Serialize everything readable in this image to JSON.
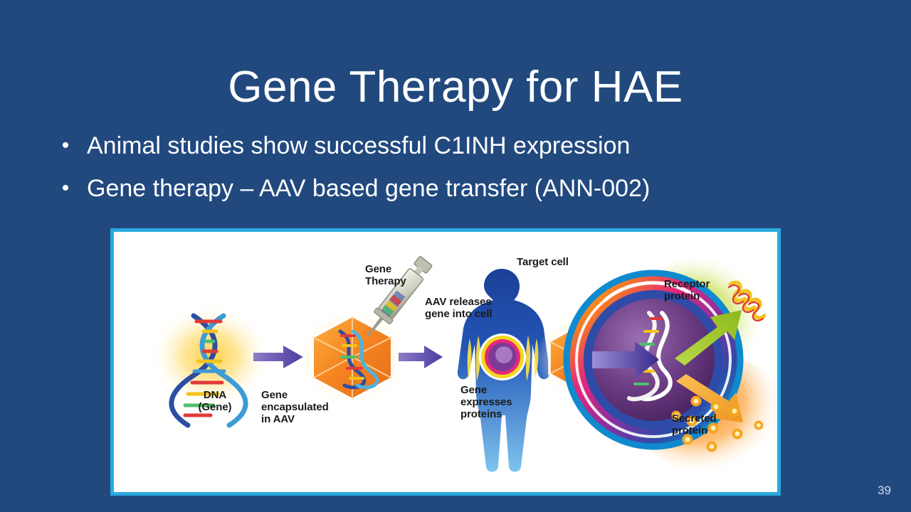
{
  "slide": {
    "background_color": "#21497E",
    "title": "Gene Therapy for HAE",
    "page_number": "39",
    "bullets": [
      {
        "marker": "•",
        "text": "Animal studies show successful C1INH expression"
      },
      {
        "marker": "•",
        "text": "Gene therapy – AAV based gene transfer (ANN-002)"
      }
    ]
  },
  "figure": {
    "border_color": "#28A9DF",
    "background_color": "#FFFFFF",
    "title": "AAV gene therapy mechanism diagram",
    "labels": {
      "dna_gene": "DNA\n(Gene)",
      "gene_encapsulated": "Gene\nencapsulated\nin AAV",
      "gene_therapy": "Gene\nTherapy",
      "aav_releases": "AAV releases\ngene into cell",
      "target_cell": "Target cell",
      "receptor_protein": "Receptor\nprotein",
      "gene_expresses": "Gene\nexpresses\nproteins",
      "secreted_protein": "Secreted\nprotein"
    },
    "colors": {
      "dna_glow": "#FFD24A",
      "capsid": "#F58220",
      "arrow_purple": "#6B4FA8",
      "arrow_deep_purple": "#3B2A8C",
      "body_blue": "#1F4FA8",
      "cell_ring": "#0F8ACF",
      "nucleus": "#6E3E86",
      "receptor_glow": "#B9DC3A",
      "secreted_glow": "#F5801E",
      "arrow_green": "#9ACD2E",
      "arrow_orange": "#F0A028"
    }
  }
}
